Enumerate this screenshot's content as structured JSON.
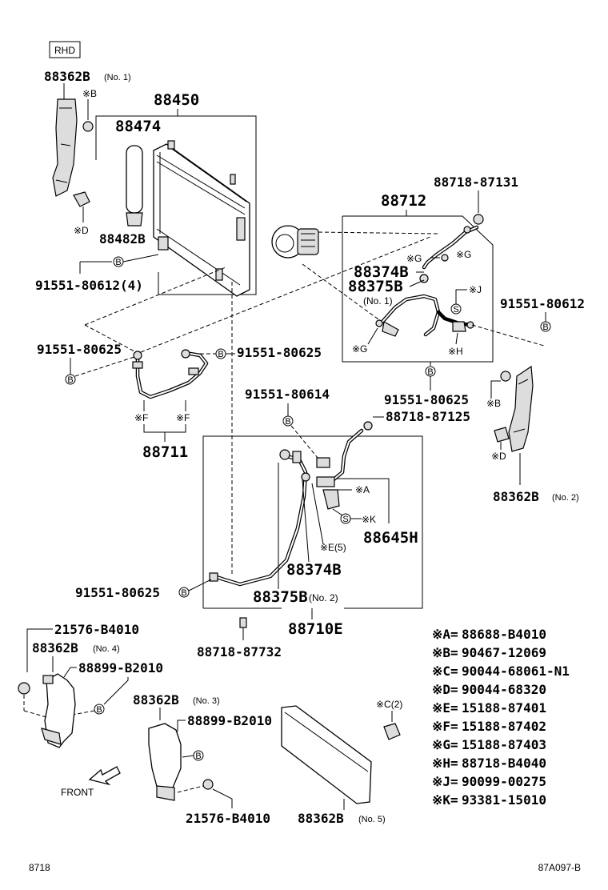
{
  "badge": "RHD",
  "labels": {
    "l88362b_no1": "88362B",
    "l88362b_no1_sfx": "(No. 1)",
    "l88450": "88450",
    "l88474": "88474",
    "l88482b": "88482B",
    "l91551_80612_4": "91551-80612(4)",
    "l88718_87131": "88718-87131",
    "l88712": "88712",
    "l88374b_top": "88374B",
    "l88375b_no1": "88375B",
    "l88375b_no1_sfx": "(No. 1)",
    "l91551_80612_r": "91551-80612",
    "l91551_80625_l": "91551-80625",
    "l91551_80625_m": "91551-80625",
    "l91551_80625_r": "91551-80625",
    "l91551_80614": "91551-80614",
    "l88718_87125": "88718-87125",
    "l88711": "88711",
    "l88362b_no2": "88362B",
    "l88362b_no2_sfx": "(No. 2)",
    "l88645h": "88645H",
    "le5": "※E(5)",
    "l88374b_low": "88374B",
    "l91551_80625_b": "91551-80625",
    "l88375b_no2": "88375B",
    "l88375b_no2_sfx": "(No. 2)",
    "l88710e": "88710E",
    "l88718_87732": "88718-87732",
    "l21576_b4010_a": "21576-B4010",
    "l88362b_no4": "88362B",
    "l88362b_no4_sfx": "(No. 4)",
    "l88899_b2010_a": "88899-B2010",
    "l88362b_no3": "88362B",
    "l88362b_no3_sfx": "(No. 3)",
    "l88899_b2010_b": "88899-B2010",
    "l21576_b4010_b": "21576-B4010",
    "l88362b_no5": "88362B",
    "l88362b_no5_sfx": "(No. 5)",
    "lc2": "※C(2)",
    "front": "FRONT"
  },
  "marks": {
    "b1": "※B",
    "d1": "※D",
    "g1": "※G",
    "g2": "※G",
    "g3": "※G",
    "j": "※J",
    "h": "※H",
    "f1": "※F",
    "f2": "※F",
    "b2": "※B",
    "d2": "※D",
    "a": "※A",
    "k": "※K"
  },
  "circle_letters": {
    "b": "B",
    "s": "S"
  },
  "legend": [
    {
      "key": "※A=",
      "value": "88688-B4010"
    },
    {
      "key": "※B=",
      "value": "90467-12069"
    },
    {
      "key": "※C=",
      "value": "90044-68061-N1"
    },
    {
      "key": "※D=",
      "value": "90044-68320"
    },
    {
      "key": "※E=",
      "value": "15188-87401"
    },
    {
      "key": "※F=",
      "value": "15188-87402"
    },
    {
      "key": "※G=",
      "value": "15188-87403"
    },
    {
      "key": "※H=",
      "value": "88718-B4040"
    },
    {
      "key": "※J=",
      "value": "90099-00275"
    },
    {
      "key": "※K=",
      "value": "93381-15010"
    }
  ],
  "footer": {
    "left": "8718",
    "right": "87A097-B"
  }
}
